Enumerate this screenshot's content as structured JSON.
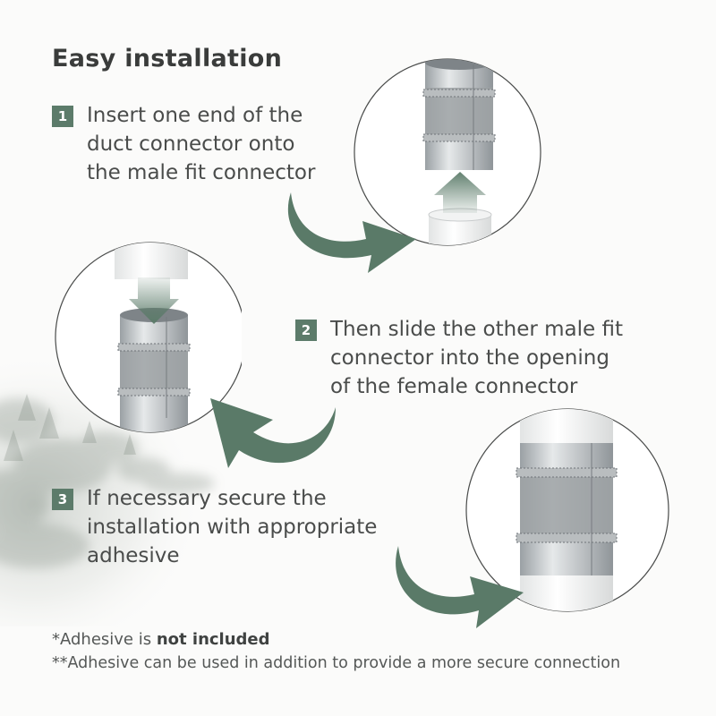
{
  "title": "Easy installation",
  "steps": [
    {
      "number": "1",
      "text": "Insert one end of the\nduct connector onto\nthe male fit connector"
    },
    {
      "number": "2",
      "text": "Then slide the other male fit\nconnector into the opening\nof the female connector"
    },
    {
      "number": "3",
      "text": "If necessary secure the\ninstallation with appropriate\nadhesive"
    }
  ],
  "notes": {
    "note1_prefix": "*Adhesive is ",
    "note1_bold": "not included",
    "note2": "**Adhesive can be used in addition to provide a more secure connection"
  },
  "colors": {
    "accent_green": "#5c7b6a",
    "arrow_green": "#5a7a68",
    "text_dark": "#3e403f",
    "background": "#fbfbfa"
  },
  "illustrations": [
    {
      "name": "step1-illustration",
      "icon": "duct-connector-up-arrow"
    },
    {
      "name": "step2-illustration",
      "icon": "duct-connector-down-arrow"
    },
    {
      "name": "step3-illustration",
      "icon": "duct-connector-installed"
    }
  ]
}
